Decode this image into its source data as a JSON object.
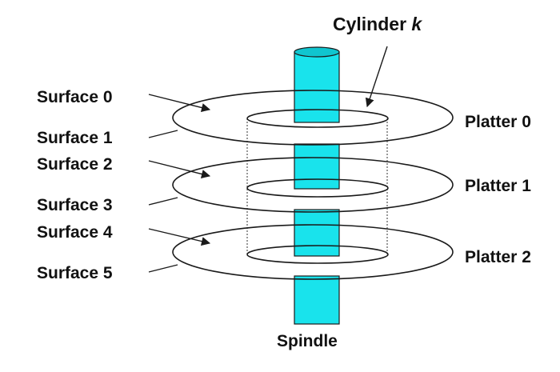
{
  "title": {
    "text": "Cylinder ",
    "emphasis": "k"
  },
  "surfaces": [
    "Surface 0",
    "Surface 1",
    "Surface 2",
    "Surface 3",
    "Surface 4",
    "Surface 5"
  ],
  "platters": [
    "Platter 0",
    "Platter 1",
    "Platter 2"
  ],
  "spindle_label": "Spindle",
  "colors": {
    "spindle_fill": "#19E3EC",
    "spindle_top": "#10C5CF",
    "line": "#1a1a1a",
    "background": "#ffffff"
  }
}
